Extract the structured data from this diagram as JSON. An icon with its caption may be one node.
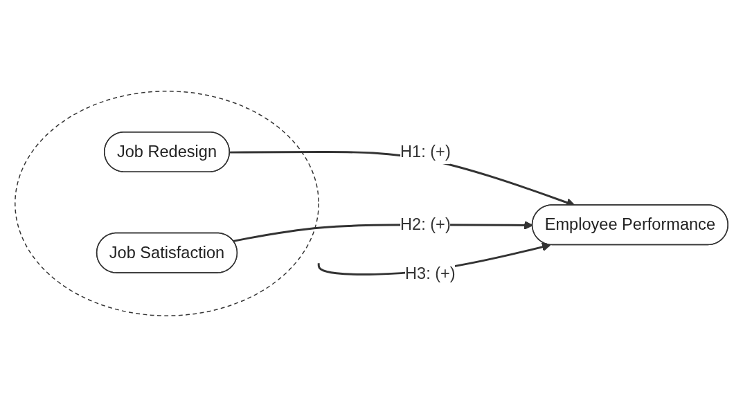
{
  "diagram": {
    "nodes": [
      {
        "text": [],
        "shape": "circle"
      },
      {
        "text": [
          "Job Redesign"
        ],
        "in": 0
      },
      {
        "text": [
          "Job Satisfaction"
        ],
        "in": 0
      },
      {
        "text": [
          "Employee Performance"
        ]
      }
    ],
    "edges": [
      {
        "from": 1,
        "to": 3,
        "arrow": "to",
        "label": "H1: (+)"
      },
      {
        "from": 0,
        "to": 3,
        "arrow": "to",
        "label": "H3: (+)"
      },
      {
        "from": 2,
        "to": 3,
        "arrow": "to",
        "label": "H2: (+)"
      }
    ]
  }
}
